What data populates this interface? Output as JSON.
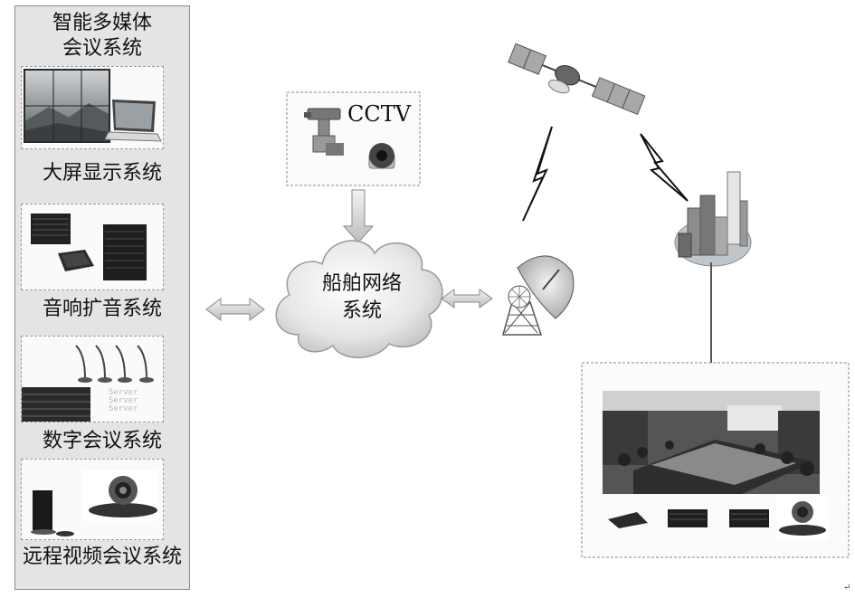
{
  "left_panel": {
    "title_line1": "智能多媒体",
    "title_line2": "会议系统",
    "sections": [
      {
        "label": "大屏显示系统"
      },
      {
        "label": "音响扩音系统"
      },
      {
        "label": "数字会议系统"
      },
      {
        "label": "远程视频会议系统"
      }
    ],
    "server_text": [
      "Server",
      "Server",
      "Server"
    ]
  },
  "cctv": {
    "label": "CCTV"
  },
  "network": {
    "line1": "船舶网络",
    "line2": "系统"
  },
  "corner_mark": "↵"
}
